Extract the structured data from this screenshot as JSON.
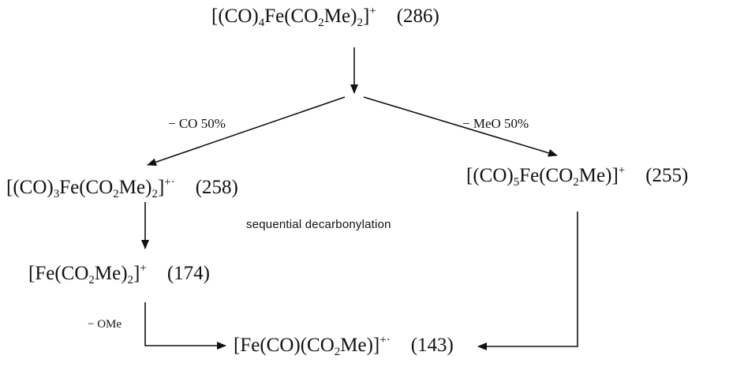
{
  "species": {
    "parent": {
      "pre": "[(CO)",
      "s1": "4",
      "mid": "Fe(CO",
      "s2": "2",
      "tail": "Me)",
      "s3": "2",
      "bracket": "]",
      "charge": "+",
      "mz": "(286)"
    },
    "loss_co": {
      "pre": "[(CO)",
      "s1": "3",
      "mid": "Fe(CO",
      "s2": "2",
      "tail": "Me)",
      "s3": "2",
      "bracket": "]",
      "charge": "+·",
      "mz": "(258)"
    },
    "loss_meo": {
      "pre": "[(CO)",
      "s1": "5",
      "mid": "Fe(CO",
      "s2": "2",
      "tail": "Me)",
      "bracket": "]",
      "charge": "+",
      "mz": "(255)"
    },
    "decarbonylated": {
      "pre": "[Fe(CO",
      "s1": "2",
      "tail": "Me)",
      "s2": "2",
      "bracket": "]",
      "charge": "+",
      "mz": "(174)"
    },
    "final": {
      "pre": "[Fe(CO)(CO",
      "s1": "2",
      "tail": "Me)",
      "bracket": "]",
      "charge": "+·",
      "mz": "(143)"
    }
  },
  "labels": {
    "loss_co": "− CO 50%",
    "loss_meo": "− MeO 50%",
    "sequential": "sequential decarbonylation",
    "loss_ome": "− OMe"
  }
}
